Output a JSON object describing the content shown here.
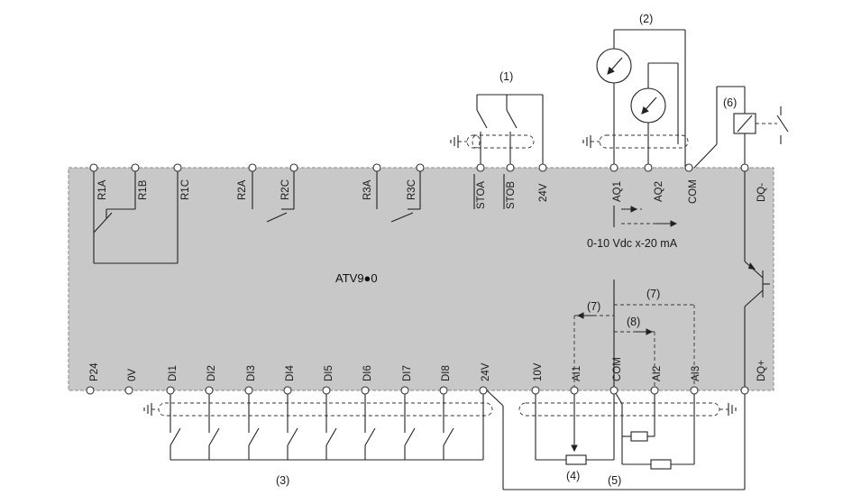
{
  "colors": {
    "body": "#c8c8c8",
    "border": "#8a8a8a",
    "line": "#222222"
  },
  "title": "ATV9●0",
  "top_terminals": [
    "R1A",
    "R1B",
    "R1C",
    "R2A",
    "R2C",
    "R3A",
    "R3C",
    "STOA",
    "STOB",
    "24V",
    "AQ1",
    "AQ2",
    "COM",
    "DQ-"
  ],
  "bottom_terminals": [
    "P24",
    "0V",
    "DI1",
    "DI2",
    "DI3",
    "DI4",
    "DI5",
    "DI6",
    "DI7",
    "DI8",
    "24V",
    "10V",
    "AI1",
    "COM",
    "AI2",
    "AI3",
    "DQ+"
  ],
  "analog_output_note": "0-10 Vdc x-20 mA",
  "callouts": [
    "(1)",
    "(2)",
    "(3)",
    "(4)",
    "(5)",
    "(6)",
    "(7)",
    "(7)",
    "(8)"
  ],
  "icons": {
    "meter": "meter-icon",
    "ground": "ground-icon",
    "relay": "relay-coil-icon",
    "potentiometer": "potentiometer-icon",
    "resistor": "resistor-icon",
    "transistor": "transistor-icon"
  }
}
